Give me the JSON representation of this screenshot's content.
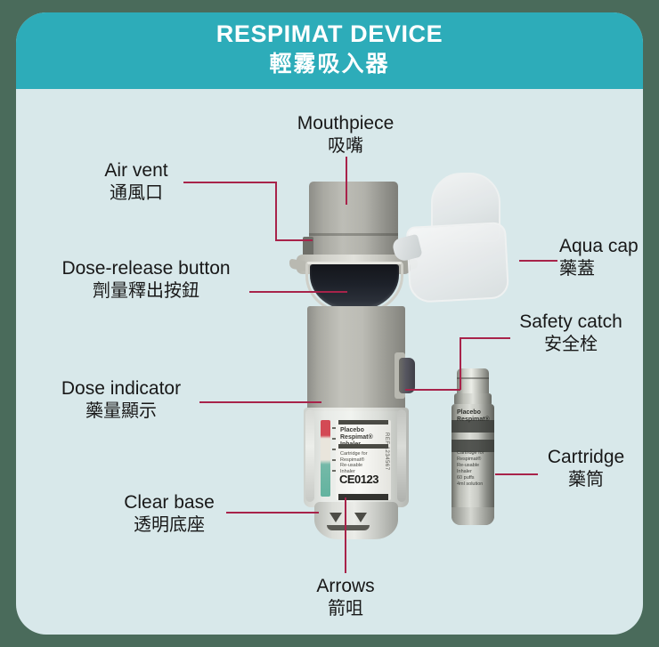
{
  "header": {
    "title_en": "RESPIMAT DEVICE",
    "title_zh": "輕霧吸入器",
    "bg_color": "#2dacb9",
    "text_color": "#ffffff"
  },
  "theme": {
    "frame_color": "#4a6b5b",
    "card_bg": "#d8e8ea",
    "leader_color": "#a8234a",
    "label_text_color": "#181818"
  },
  "labels": [
    {
      "id": "mouthpiece",
      "en": "Mouthpiece",
      "zh": "吸嘴"
    },
    {
      "id": "air-vent",
      "en": "Air vent",
      "zh": "通風口"
    },
    {
      "id": "dose-release",
      "en": "Dose-release button",
      "zh": "劑量釋出按鈕"
    },
    {
      "id": "aqua-cap",
      "en": "Aqua cap",
      "zh": "藥蓋"
    },
    {
      "id": "safety-catch",
      "en": "Safety catch",
      "zh": "安全栓"
    },
    {
      "id": "dose-indicator",
      "en": "Dose indicator",
      "zh": "藥量顯示"
    },
    {
      "id": "cartridge",
      "en": "Cartridge",
      "zh": "藥筒"
    },
    {
      "id": "clear-base",
      "en": "Clear base",
      "zh": "透明底座"
    },
    {
      "id": "arrows",
      "en": "Arrows",
      "zh": "箭咀"
    }
  ],
  "device_art": {
    "base_label": {
      "brand_line1": "Placebo",
      "brand_line2": "Respimat®",
      "brand_line3": "Inhaler",
      "detail_lines": "Cartridge for\nRespimat®\nRe-usable\nInhaler",
      "ce_mark": "CE0123",
      "side_text": "REF 1234567"
    },
    "cartridge_label": {
      "brand_line1": "Placebo",
      "brand_line2": "Respimat®",
      "detail_lines": "Cartridge for\nRespimat®\nRe-usable\nInhaler\n60 puffs\n4ml solution"
    }
  }
}
